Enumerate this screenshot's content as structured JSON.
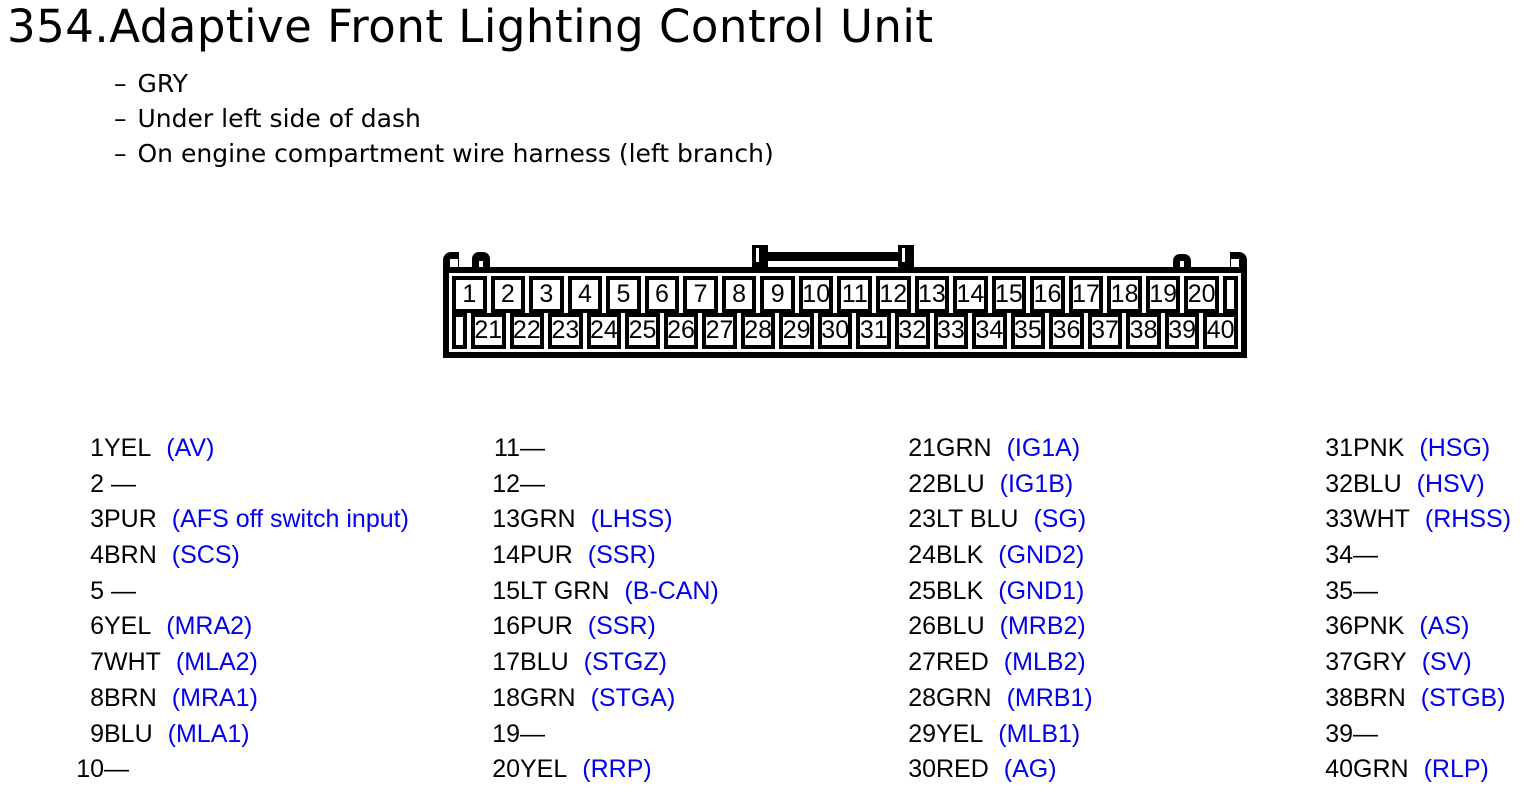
{
  "header": {
    "title": "354.Adaptive Front Lighting Control Unit",
    "bullet_char": "–",
    "notes": [
      "GRY",
      "Under left side of dash",
      "On engine compartment wire harness (left branch)"
    ]
  },
  "colors": {
    "signal_blue": "#0000EE",
    "text_black": "#000000",
    "background": "#ffffff",
    "connector_line": "#000000"
  },
  "connector": {
    "description": "40-pin connector, pins 1-20 top row, pins 21-40 bottom row",
    "top_row": [
      "1",
      "2",
      "3",
      "4",
      "5",
      "6",
      "7",
      "8",
      "9",
      "10",
      "11",
      "12",
      "13",
      "14",
      "15",
      "16",
      "17",
      "18",
      "19",
      "20"
    ],
    "bottom_row": [
      "21",
      "22",
      "23",
      "24",
      "25",
      "26",
      "27",
      "28",
      "29",
      "30",
      "31",
      "32",
      "33",
      "34",
      "35",
      "36",
      "37",
      "38",
      "39",
      "40"
    ]
  },
  "pins": [
    {
      "n": "1",
      "color": "YEL",
      "signal": "(AV)"
    },
    {
      "n": "2",
      "color": " —",
      "signal": ""
    },
    {
      "n": "3",
      "color": "PUR",
      "signal": "(AFS off switch input)"
    },
    {
      "n": "4",
      "color": "BRN",
      "signal": "(SCS)"
    },
    {
      "n": "5",
      "color": " —",
      "signal": ""
    },
    {
      "n": "6",
      "color": "YEL",
      "signal": "(MRA2)"
    },
    {
      "n": "7",
      "color": "WHT",
      "signal": "(MLA2)"
    },
    {
      "n": "8",
      "color": "BRN",
      "signal": "(MRA1)"
    },
    {
      "n": "9",
      "color": "BLU",
      "signal": "(MLA1)"
    },
    {
      "n": "10",
      "color": "—",
      "signal": ""
    },
    {
      "n": "11",
      "color": "—",
      "signal": ""
    },
    {
      "n": "12",
      "color": "—",
      "signal": ""
    },
    {
      "n": "13",
      "color": "GRN",
      "signal": "(LHSS)"
    },
    {
      "n": "14",
      "color": "PUR",
      "signal": "(SSR)"
    },
    {
      "n": "15",
      "color": "LT GRN",
      "signal": "(B-CAN)"
    },
    {
      "n": "16",
      "color": "PUR",
      "signal": "(SSR)"
    },
    {
      "n": "17",
      "color": "BLU",
      "signal": "(STGZ)"
    },
    {
      "n": "18",
      "color": "GRN",
      "signal": "(STGA)"
    },
    {
      "n": "19",
      "color": "—",
      "signal": ""
    },
    {
      "n": "20",
      "color": "YEL",
      "signal": "(RRP)"
    },
    {
      "n": "21",
      "color": "GRN",
      "signal": "(IG1A)"
    },
    {
      "n": "22",
      "color": "BLU",
      "signal": "(IG1B)"
    },
    {
      "n": "23",
      "color": "LT BLU",
      "signal": "(SG)"
    },
    {
      "n": "24",
      "color": "BLK",
      "signal": "(GND2)"
    },
    {
      "n": "25",
      "color": "BLK",
      "signal": "(GND1)"
    },
    {
      "n": "26",
      "color": "BLU",
      "signal": "(MRB2)"
    },
    {
      "n": "27",
      "color": "RED",
      "signal": "(MLB2)"
    },
    {
      "n": "28",
      "color": "GRN",
      "signal": "(MRB1)"
    },
    {
      "n": "29",
      "color": "YEL",
      "signal": "(MLB1)"
    },
    {
      "n": "30",
      "color": "RED",
      "signal": "(AG)"
    },
    {
      "n": "31",
      "color": "PNK",
      "signal": "(HSG)"
    },
    {
      "n": "32",
      "color": "BLU",
      "signal": "(HSV)"
    },
    {
      "n": "33",
      "color": "WHT",
      "signal": "(RHSS)"
    },
    {
      "n": "34",
      "color": "—",
      "signal": ""
    },
    {
      "n": "35",
      "color": "—",
      "signal": ""
    },
    {
      "n": "36",
      "color": "PNK",
      "signal": "(AS)"
    },
    {
      "n": "37",
      "color": "GRY",
      "signal": "(SV)"
    },
    {
      "n": "38",
      "color": "BRN",
      "signal": "(STGB)"
    },
    {
      "n": "39",
      "color": "—",
      "signal": ""
    },
    {
      "n": "40",
      "color": "GRN",
      "signal": "(RLP)"
    }
  ]
}
